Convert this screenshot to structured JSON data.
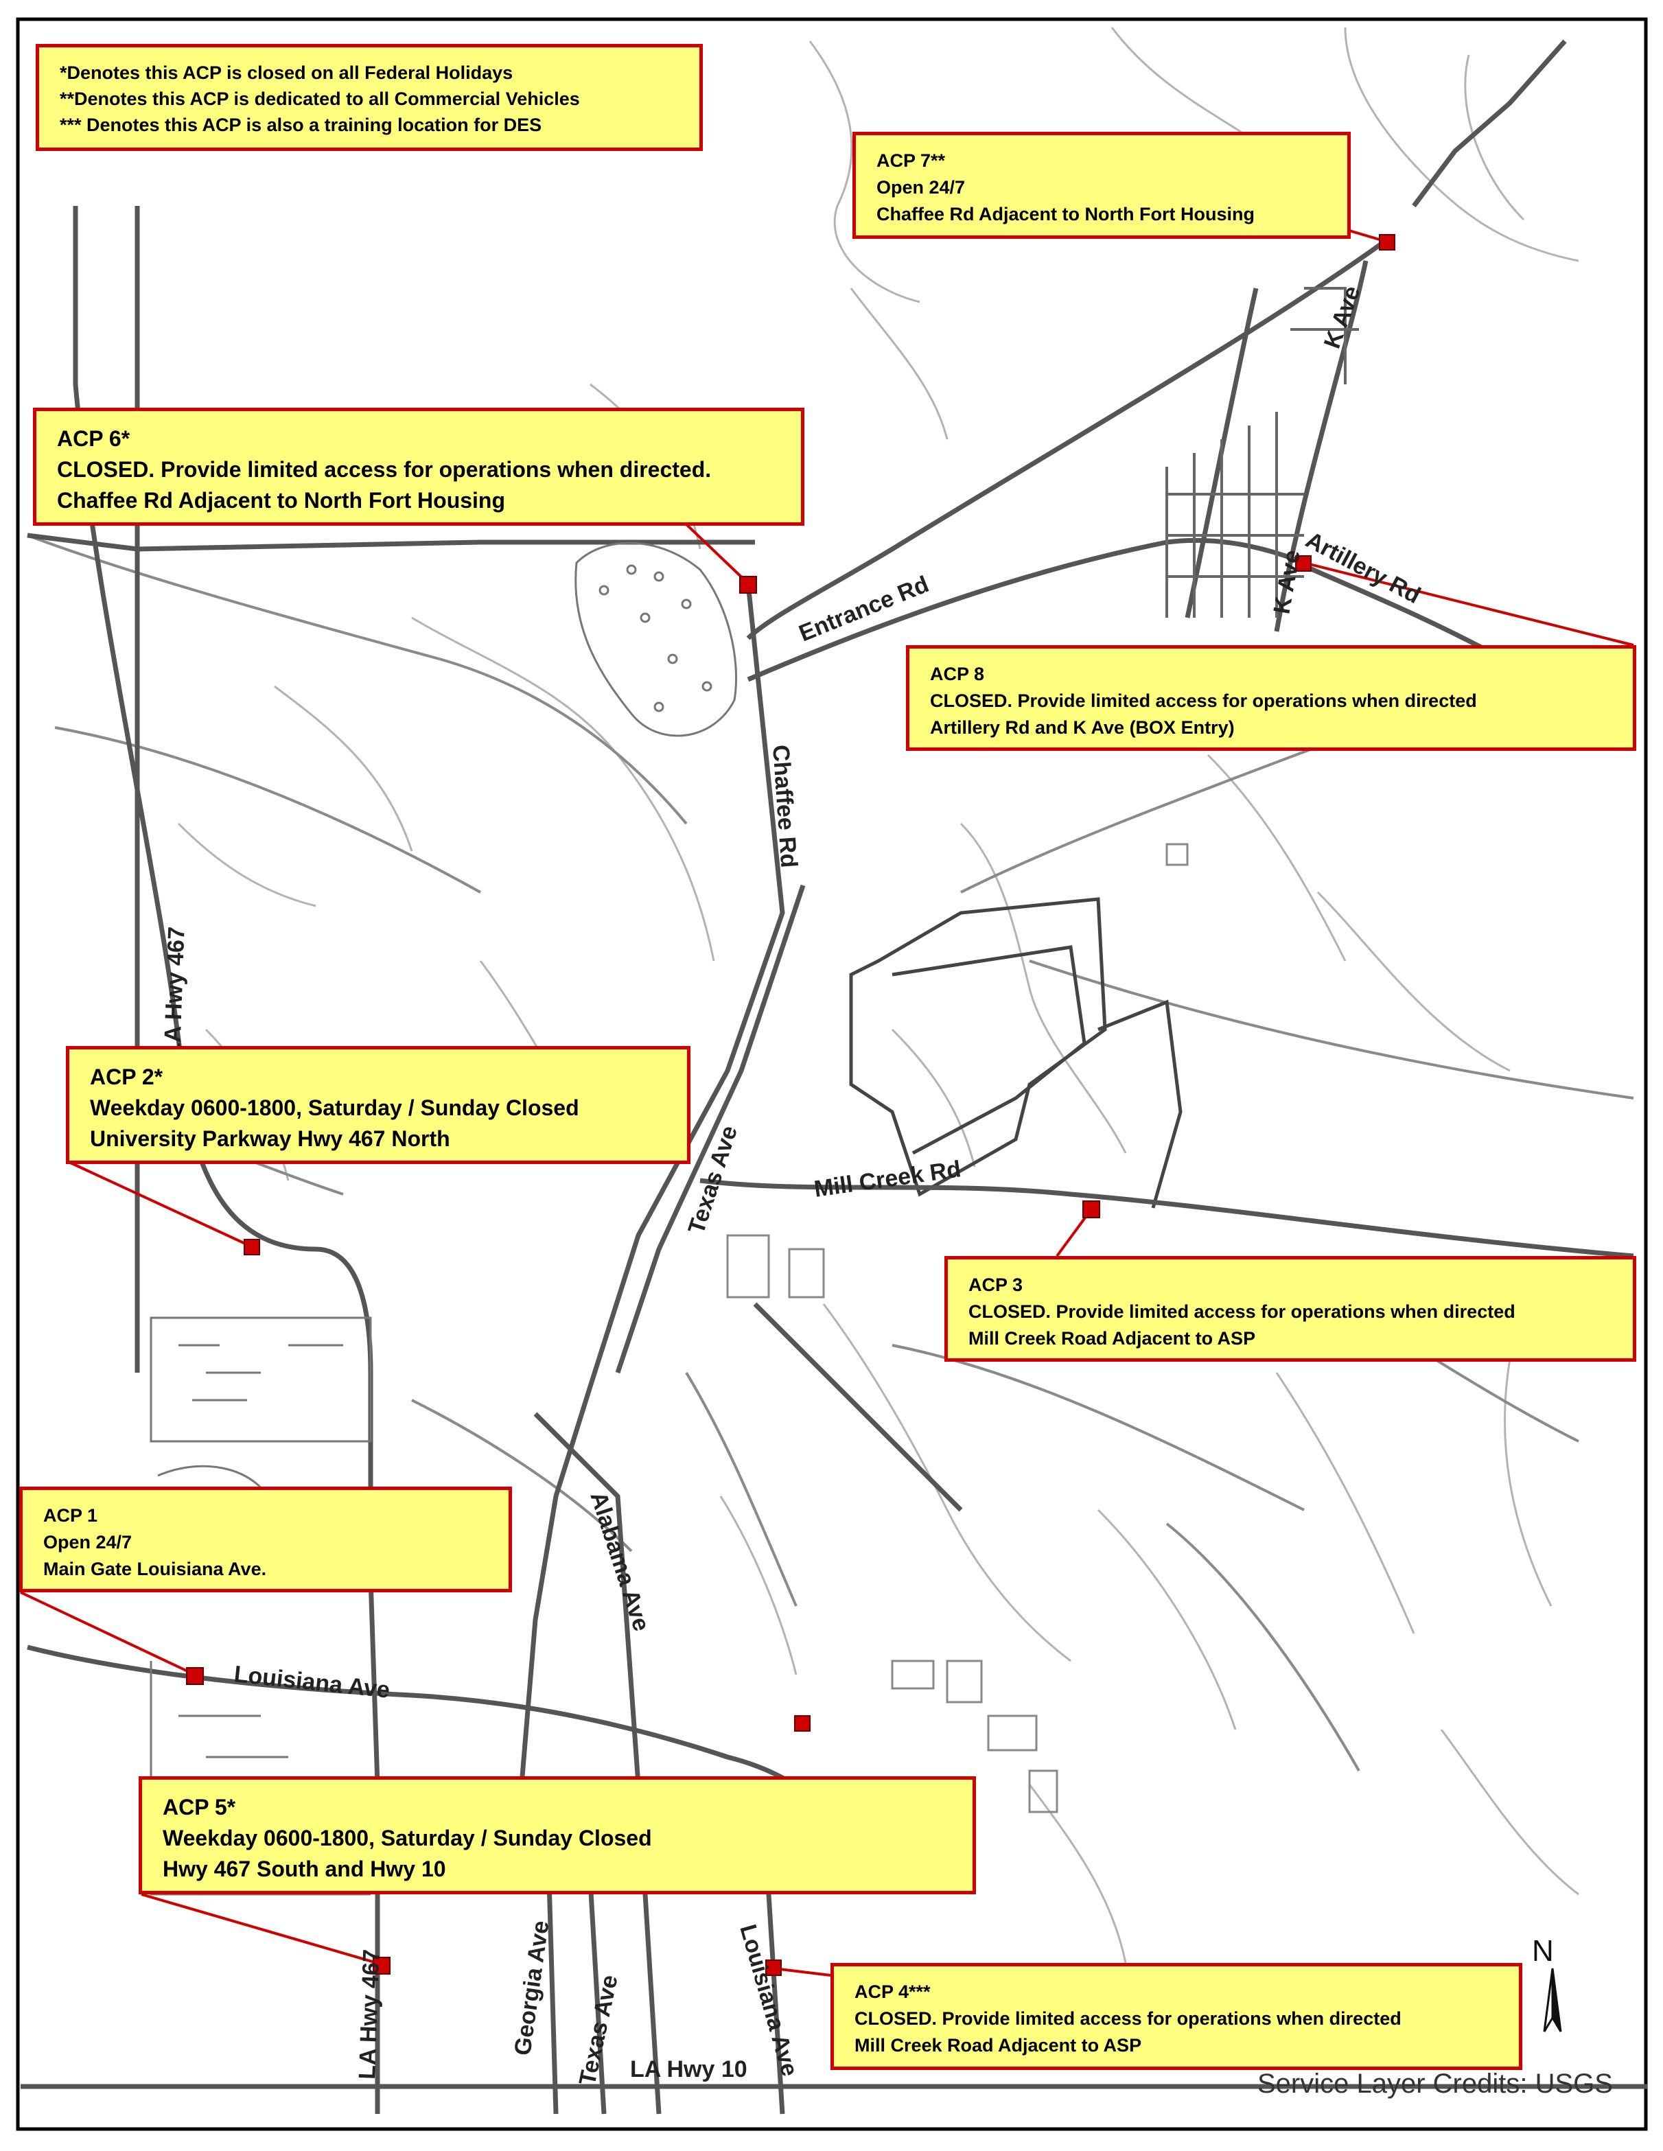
{
  "legend": [
    "*Denotes this ACP is closed on all Federal Holidays",
    "**Denotes this ACP is dedicated to all Commercial Vehicles",
    "*** Denotes this ACP is also a training location for DES"
  ],
  "acps": [
    {
      "title": "ACP 7**",
      "lines": [
        "Open 24/7",
        "Chaffee Rd Adjacent to North Fort Housing"
      ]
    },
    {
      "title": "ACP 6*",
      "lines": [
        "CLOSED. Provide limited access for operations when directed.",
        "Chaffee Rd Adjacent to North Fort Housing"
      ]
    },
    {
      "title": "ACP 8",
      "lines": [
        "CLOSED.  Provide limited access for operations when directed",
        "Artillery Rd and K Ave (BOX Entry)"
      ]
    },
    {
      "title": "ACP 2*",
      "lines": [
        "Weekday 0600-1800, Saturday / Sunday Closed",
        "University Parkway Hwy 467 North"
      ]
    },
    {
      "title": "ACP 3",
      "lines": [
        "CLOSED.  Provide limited access for operations when directed",
        "Mill Creek Road Adjacent to ASP"
      ]
    },
    {
      "title": "ACP 1",
      "lines": [
        "Open 24/7",
        "Main Gate Louisiana Ave."
      ]
    },
    {
      "title": "ACP 5*",
      "lines": [
        "Weekday 0600-1800, Saturday / Sunday Closed",
        "Hwy 467 South and Hwy 10"
      ]
    },
    {
      "title": "ACP 4***",
      "lines": [
        "CLOSED.  Provide limited access for operations when directed",
        "Mill Creek Road Adjacent to ASP"
      ]
    }
  ],
  "roads": {
    "k_ave_top": "K Ave",
    "k_ave": "K Ave",
    "artillery": "Artillery Rd",
    "entrance": "Entrance Rd",
    "chaffee": "Chaffee Rd",
    "la_hwy_467_north": "LA Hwy 467",
    "texas_ave": "Texas Ave",
    "mill_creek": "Mill Creek Rd",
    "alabama": "Alabama Ave",
    "louisiana_ave": "Louisiana Ave",
    "la_hwy_467_south": "LA Hwy 467",
    "georgia": "Georgia Ave",
    "texas_ave_south": "Texas Ave",
    "louisiana_ave_south": "Louisiana Ave",
    "la_hwy_10": "LA Hwy 10"
  },
  "north_label": "N",
  "credits": "Service Layer Credits: USGS",
  "colors": {
    "callout_fill": "#ffff7f",
    "callout_border": "#d00000",
    "marker": "#d00000",
    "road_major": "#555555",
    "road_minor": "#8a8a8a"
  }
}
